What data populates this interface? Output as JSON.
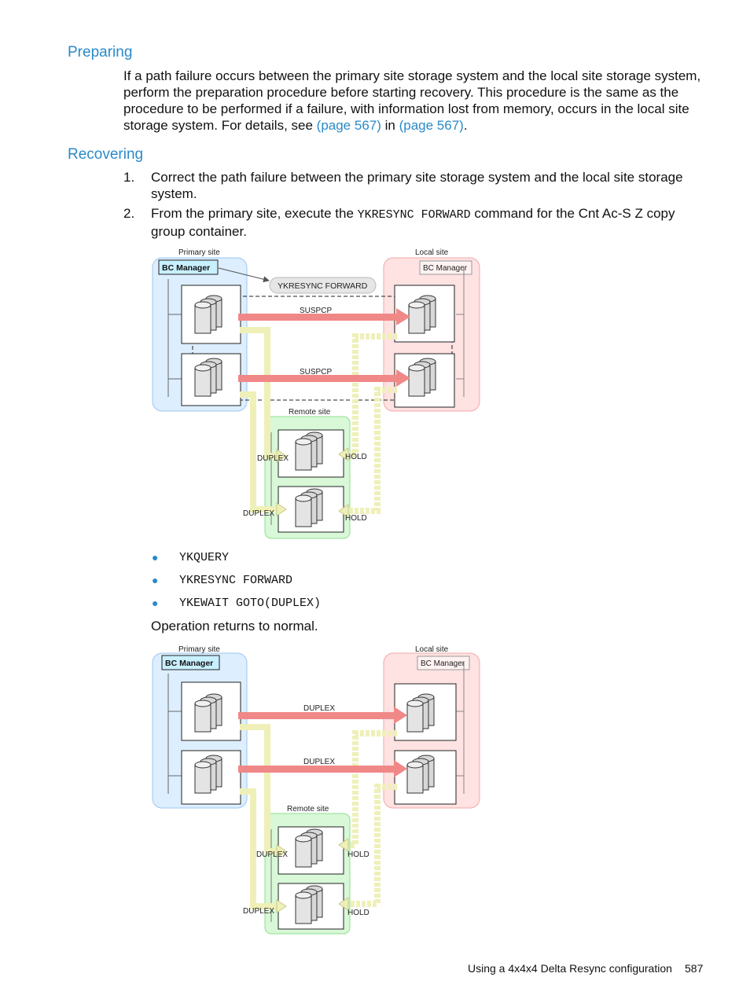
{
  "sections": {
    "preparing": {
      "heading": "Preparing",
      "para_lines": [
        "If a path failure occurs between the primary site storage system and the local site storage system,",
        "perform the preparation procedure before starting recovery. This procedure is the same as the",
        "procedure to be performed if a failure, with information lost from memory, occurs in the local site"
      ],
      "last_line_start": "storage system. For details, see ",
      "link1": "(page 567)",
      "mid": " in ",
      "link2": "(page 567)",
      "end": "."
    },
    "recovering": {
      "heading": "Recovering",
      "step1_num": "1.",
      "step1_line1": "Correct the path failure between the primary site storage system and the local site storage",
      "step1_line2": "system.",
      "step2_num": "2.",
      "step2_pre": "From the primary site, execute the ",
      "step2_code": "YKRESYNC FORWARD",
      "step2_post": " command for the Cnt Ac-S Z copy",
      "step2_line2": "group container."
    }
  },
  "diagram1": {
    "primary_site": "Primary site",
    "local_site": "Local site",
    "remote_site": "Remote site",
    "bc_manager_primary": "BC Manager",
    "bc_manager_local": "BC Manager",
    "command_callout": "YKRESYNC FORWARD",
    "arrow1_label": "SUSPCP",
    "arrow2_label": "SUSPCP",
    "remote1_left": "DUPLEX",
    "remote1_right": "HOLD",
    "remote2_left": "DUPLEX",
    "remote2_right": "HOLD"
  },
  "bullets": [
    "YKQUERY",
    "YKRESYNC FORWARD",
    "YKEWAIT GOTO(DUPLEX)"
  ],
  "operation_returns": "Operation returns to normal.",
  "diagram2": {
    "primary_site": "Primary site",
    "local_site": "Local site",
    "remote_site": "Remote site",
    "bc_manager_primary": "BC Manager",
    "bc_manager_local": "BC Manager",
    "arrow1_label": "DUPLEX",
    "arrow2_label": "DUPLEX",
    "remote1_left": "DUPLEX",
    "remote1_right": "HOLD",
    "remote2_left": "DUPLEX",
    "remote2_right": "HOLD"
  },
  "footer": {
    "text": "Using a 4x4x4 Delta Resync configuration",
    "page": "587"
  },
  "colors": {
    "heading": "#2a8ac8",
    "primary_site_fill": "#ddeeff",
    "local_site_fill": "#ffe0e0",
    "remote_site_fill": "#d8f8d8",
    "red_arrow": "#f08888",
    "yellow_path": "#eef0b8"
  }
}
